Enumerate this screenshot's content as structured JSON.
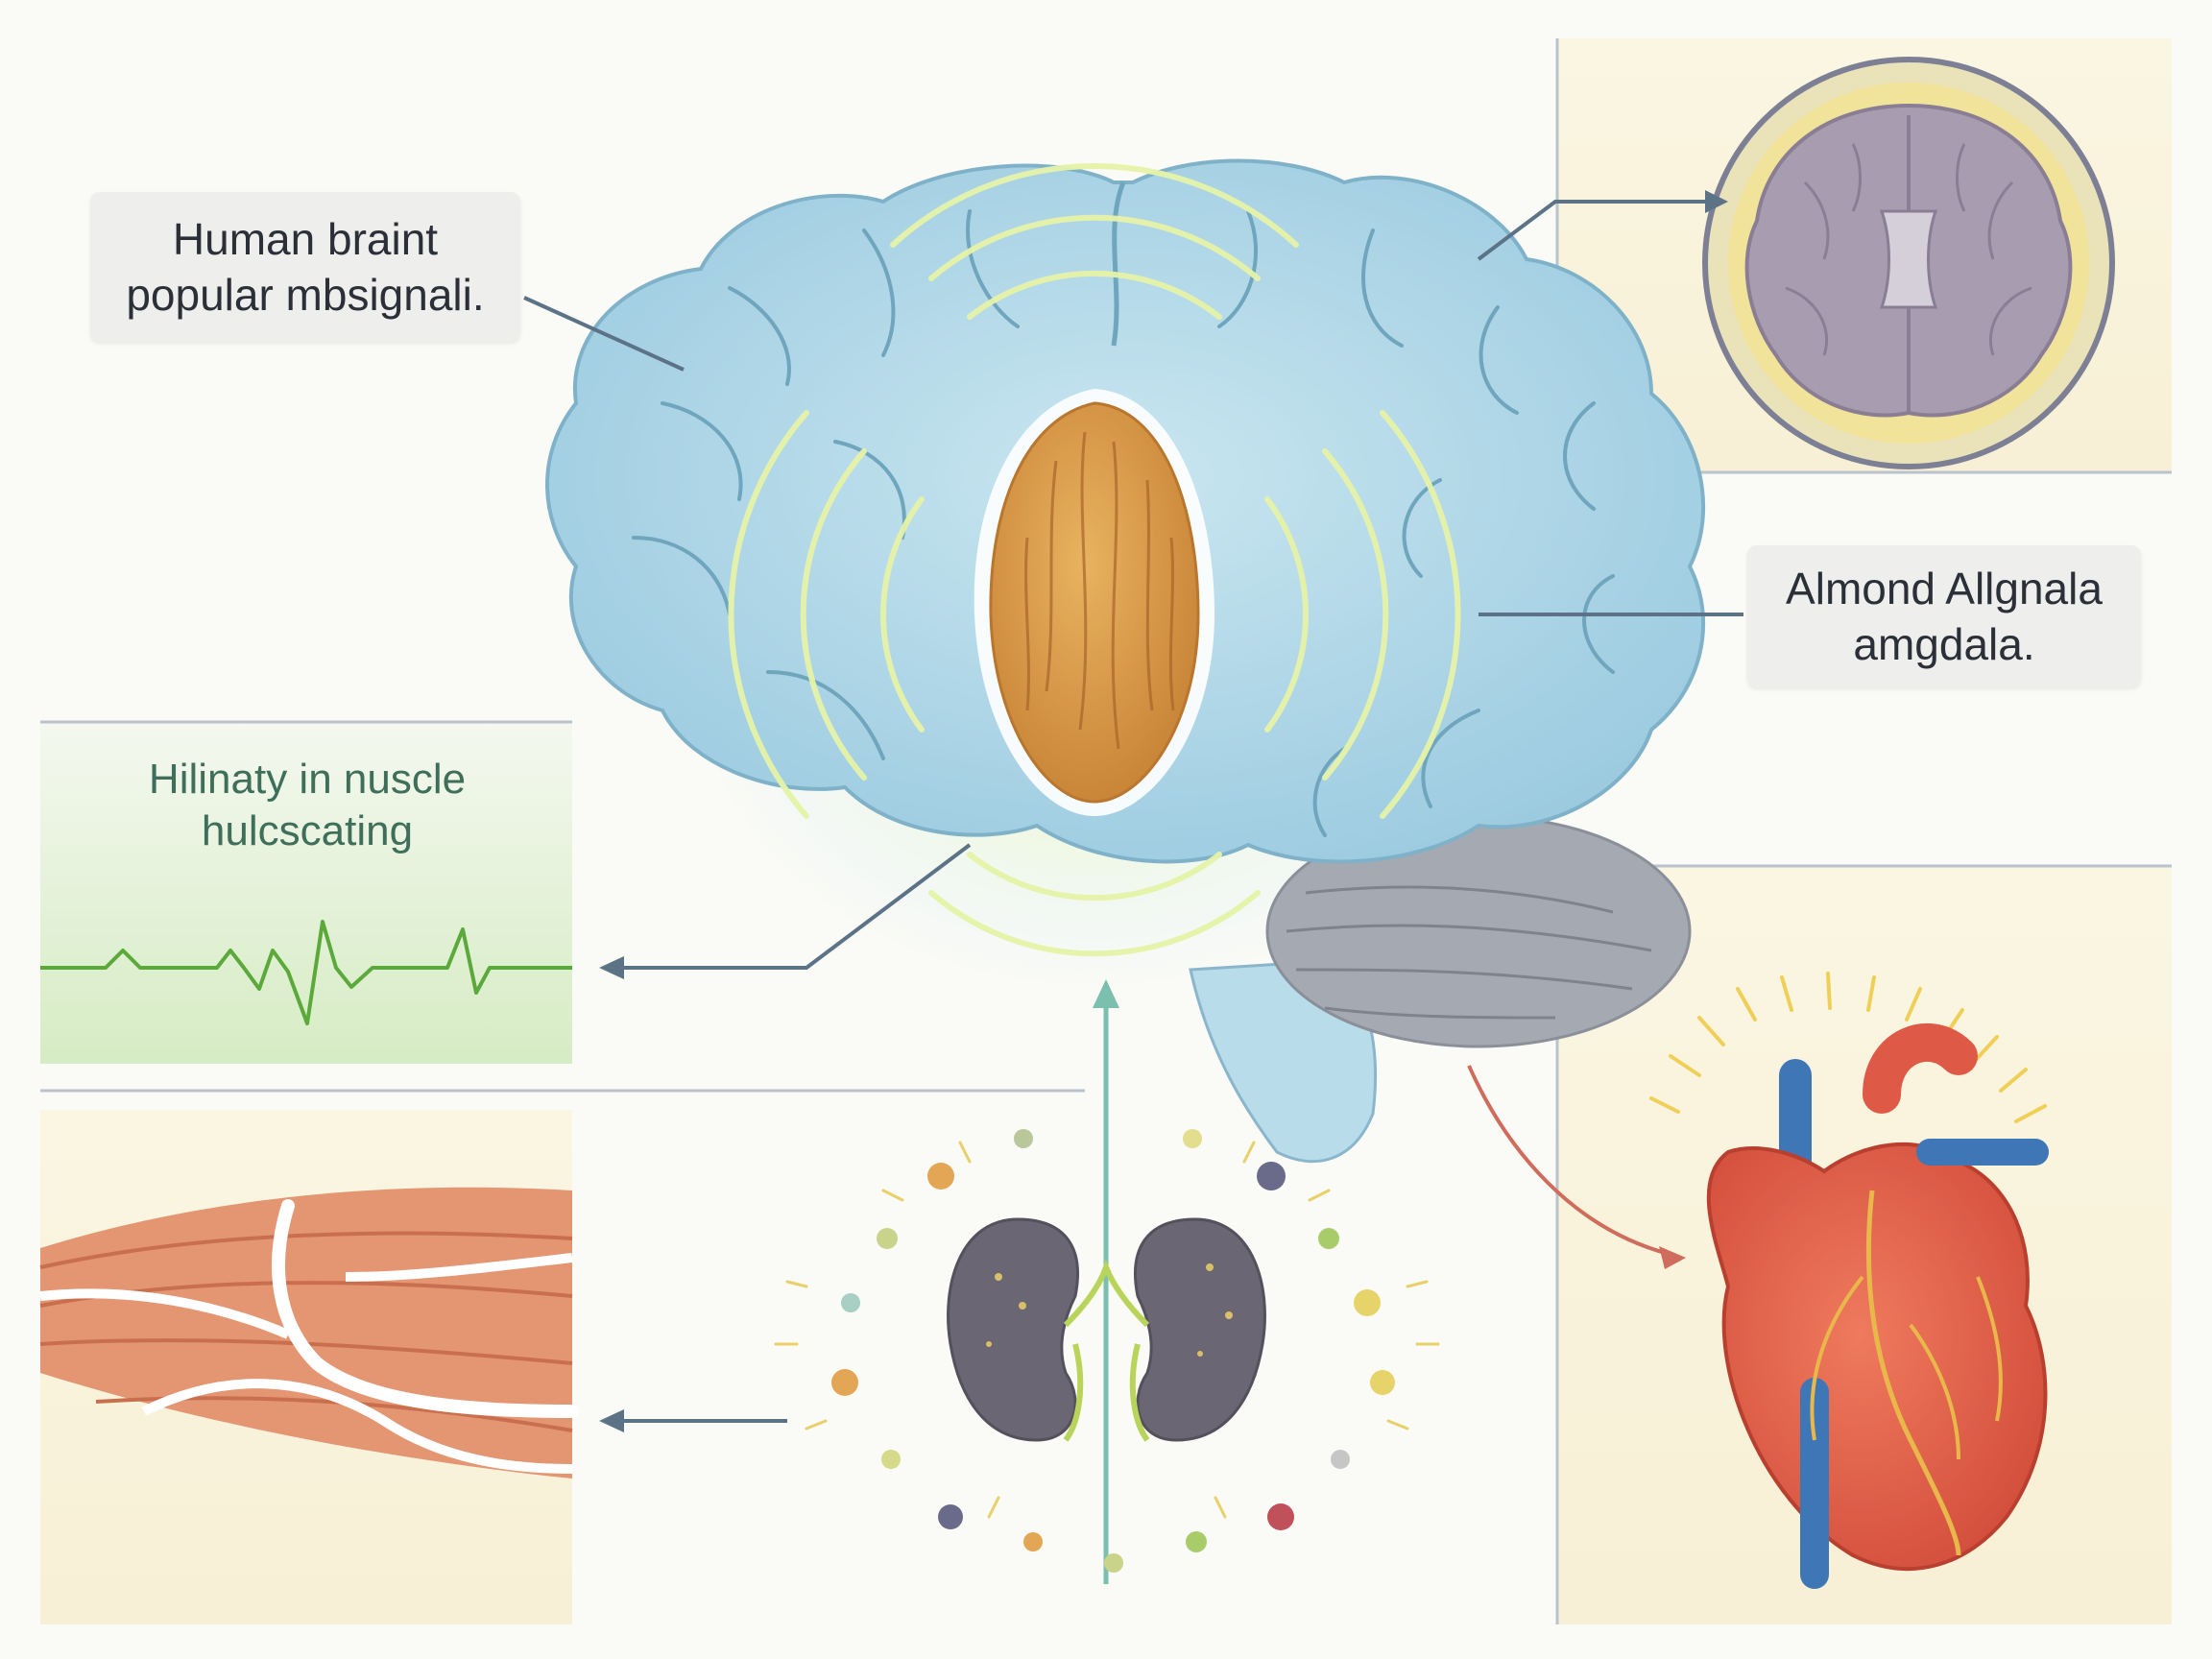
{
  "labels": {
    "brain": {
      "line1": "Human braint",
      "line2": "popular mbsignali."
    },
    "amygdala": {
      "line1": "Almond Allgnala",
      "line2": "amgdala."
    },
    "muscle_signal": {
      "line1": "Hilinaty in nuscle",
      "line2": "hulcscating"
    }
  },
  "colors": {
    "background": "#fafaf6",
    "brain": "#a9d2e4",
    "almond": "#d79a4a",
    "heart": "#e2604a",
    "kidney": "#6b6673",
    "muscle": "#e08a66",
    "signal_wave": "#63b83a",
    "arrow": "#5c7387"
  },
  "icons": [
    "brain-icon",
    "almond-amygdala-icon",
    "brain-cross-section-icon",
    "heart-icon",
    "kidney-icon",
    "muscle-icon",
    "ecg-wave-icon"
  ]
}
